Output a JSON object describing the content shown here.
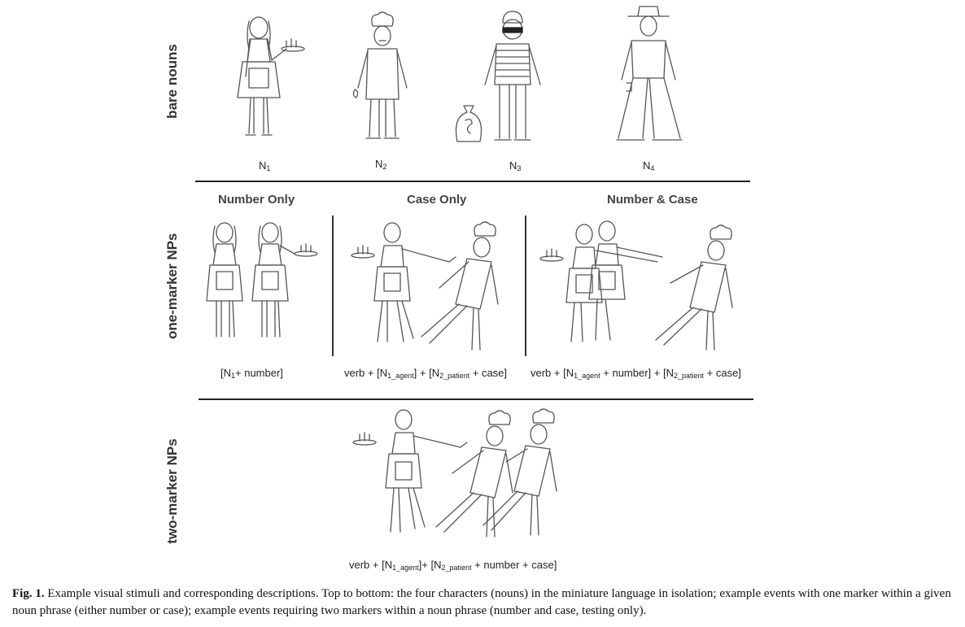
{
  "rows": {
    "bare_nouns": "bare nouns",
    "one_marker": "one-marker NPs",
    "two_marker": "two-marker NPs"
  },
  "nouns": {
    "n1": {
      "base": "N",
      "sub": "1"
    },
    "n2": {
      "base": "N",
      "sub": "2"
    },
    "n3": {
      "base": "N",
      "sub": "3"
    },
    "n4": {
      "base": "N",
      "sub": "4"
    }
  },
  "headings": {
    "number_only": "Number Only",
    "case_only": "Case Only",
    "number_case": "Number & Case"
  },
  "formulas": {
    "number_only": {
      "open": "[N",
      "sub1": "1",
      "rest": "+ number]"
    },
    "case_only": {
      "p1": "verb + [N",
      "sub1": "1_agent",
      "p2": "] + [N",
      "sub2": "2_patient",
      "p3": " + case]"
    },
    "number_case": {
      "p1": "verb + [N",
      "sub1": "1_agent",
      "p2": " + number] + [N",
      "sub2": "2_patient",
      "p3": " + case]"
    },
    "two_marker": {
      "p1": "verb + [N",
      "sub1": "1_agent",
      "p2": "]+ [N",
      "sub2": "2_patient",
      "p3": " + number + case]"
    }
  },
  "caption": {
    "label": "Fig. 1.",
    "text": " Example visual stimuli and corresponding descriptions. Top to bottom: the four characters (nouns) in the miniature language in isolation; example events with one marker within a given noun phrase (either number or case); example events requiring two markers within a noun phrase (number and case, testing only)."
  },
  "icons": [
    "waitress-figure",
    "chef-figure",
    "robber-figure",
    "cowboy-figure",
    "money-bag-icon"
  ]
}
